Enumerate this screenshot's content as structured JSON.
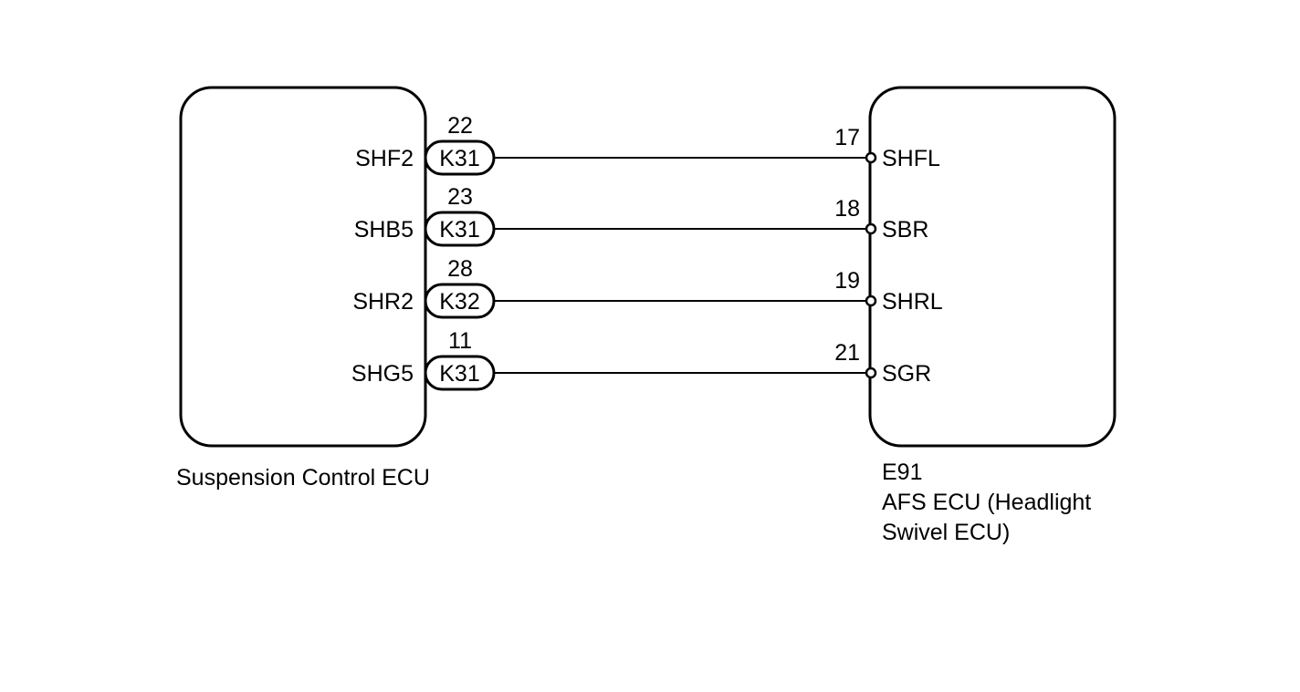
{
  "left_ecu": {
    "name": "Suspension Control ECU"
  },
  "right_ecu": {
    "connector": "E91",
    "name_line1": "AFS ECU (Headlight",
    "name_line2": "Swivel ECU)"
  },
  "wires": [
    {
      "left_pin": "SHF2",
      "connector": "K31",
      "left_pin_no": "22",
      "right_pin_no": "17",
      "right_pin": "SHFL"
    },
    {
      "left_pin": "SHB5",
      "connector": "K31",
      "left_pin_no": "23",
      "right_pin_no": "18",
      "right_pin": "SBR"
    },
    {
      "left_pin": "SHR2",
      "connector": "K32",
      "left_pin_no": "28",
      "right_pin_no": "19",
      "right_pin": "SHRL"
    },
    {
      "left_pin": "SHG5",
      "connector": "K31",
      "left_pin_no": "11",
      "right_pin_no": "21",
      "right_pin": "SGR"
    }
  ]
}
